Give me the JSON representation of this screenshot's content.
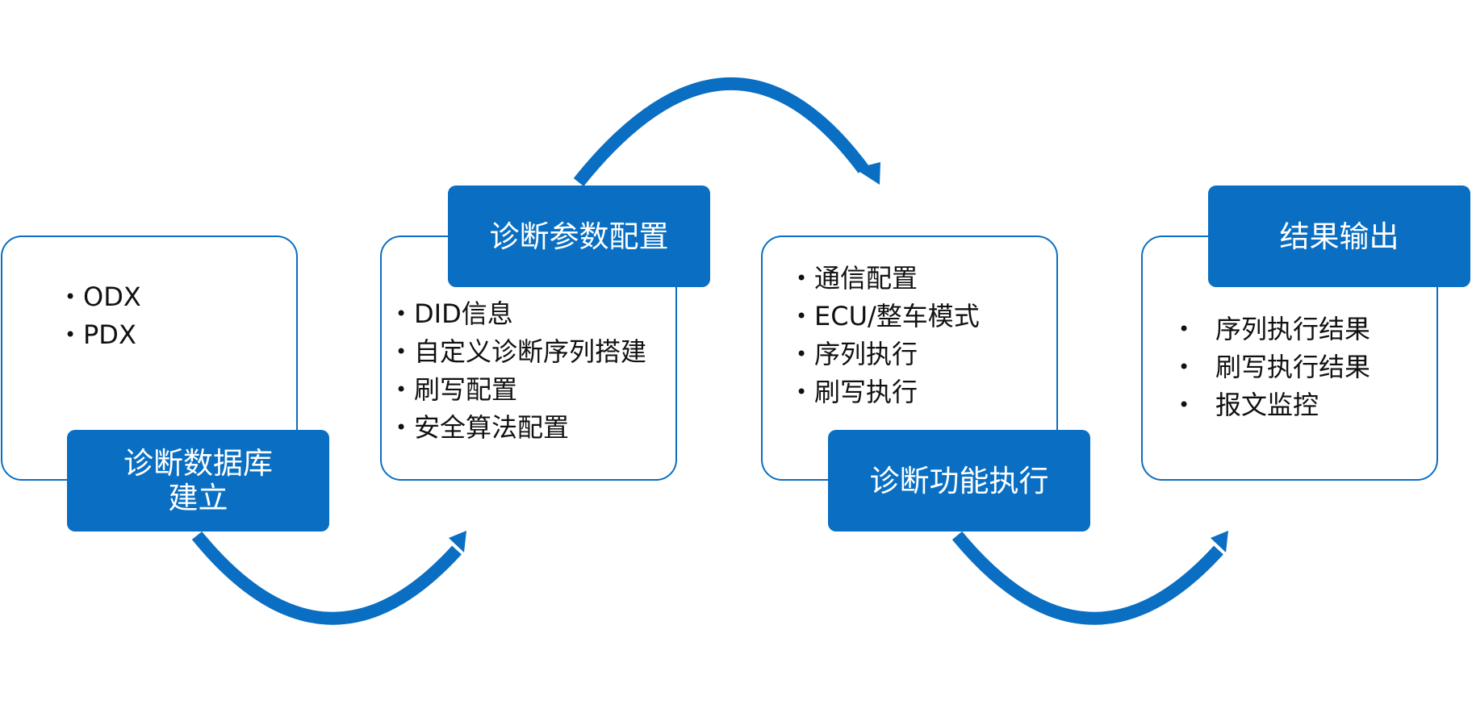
{
  "theme": {
    "accent": "#0a6fc2",
    "text": "#111111",
    "background": "#ffffff"
  },
  "steps": [
    {
      "title": "诊断数据库\n建立",
      "items": [
        "ODX",
        "PDX"
      ]
    },
    {
      "title": "诊断参数配置",
      "items": [
        "DID信息",
        "自定义诊断序列搭建",
        "刷写配置",
        "安全算法配置"
      ]
    },
    {
      "title": "诊断功能执行",
      "items": [
        "通信配置",
        "ECU/整车模式",
        "序列执行",
        "刷写执行"
      ]
    },
    {
      "title": "结果输出",
      "items": [
        "序列执行结果",
        "刷写执行结果",
        "报文监控"
      ]
    }
  ],
  "connectors": [
    {
      "from": 1,
      "to": 2,
      "shape": "curved-arrow-under"
    },
    {
      "from": 2,
      "to": 3,
      "shape": "curved-arrow-over"
    },
    {
      "from": 3,
      "to": 4,
      "shape": "curved-arrow-under"
    }
  ]
}
